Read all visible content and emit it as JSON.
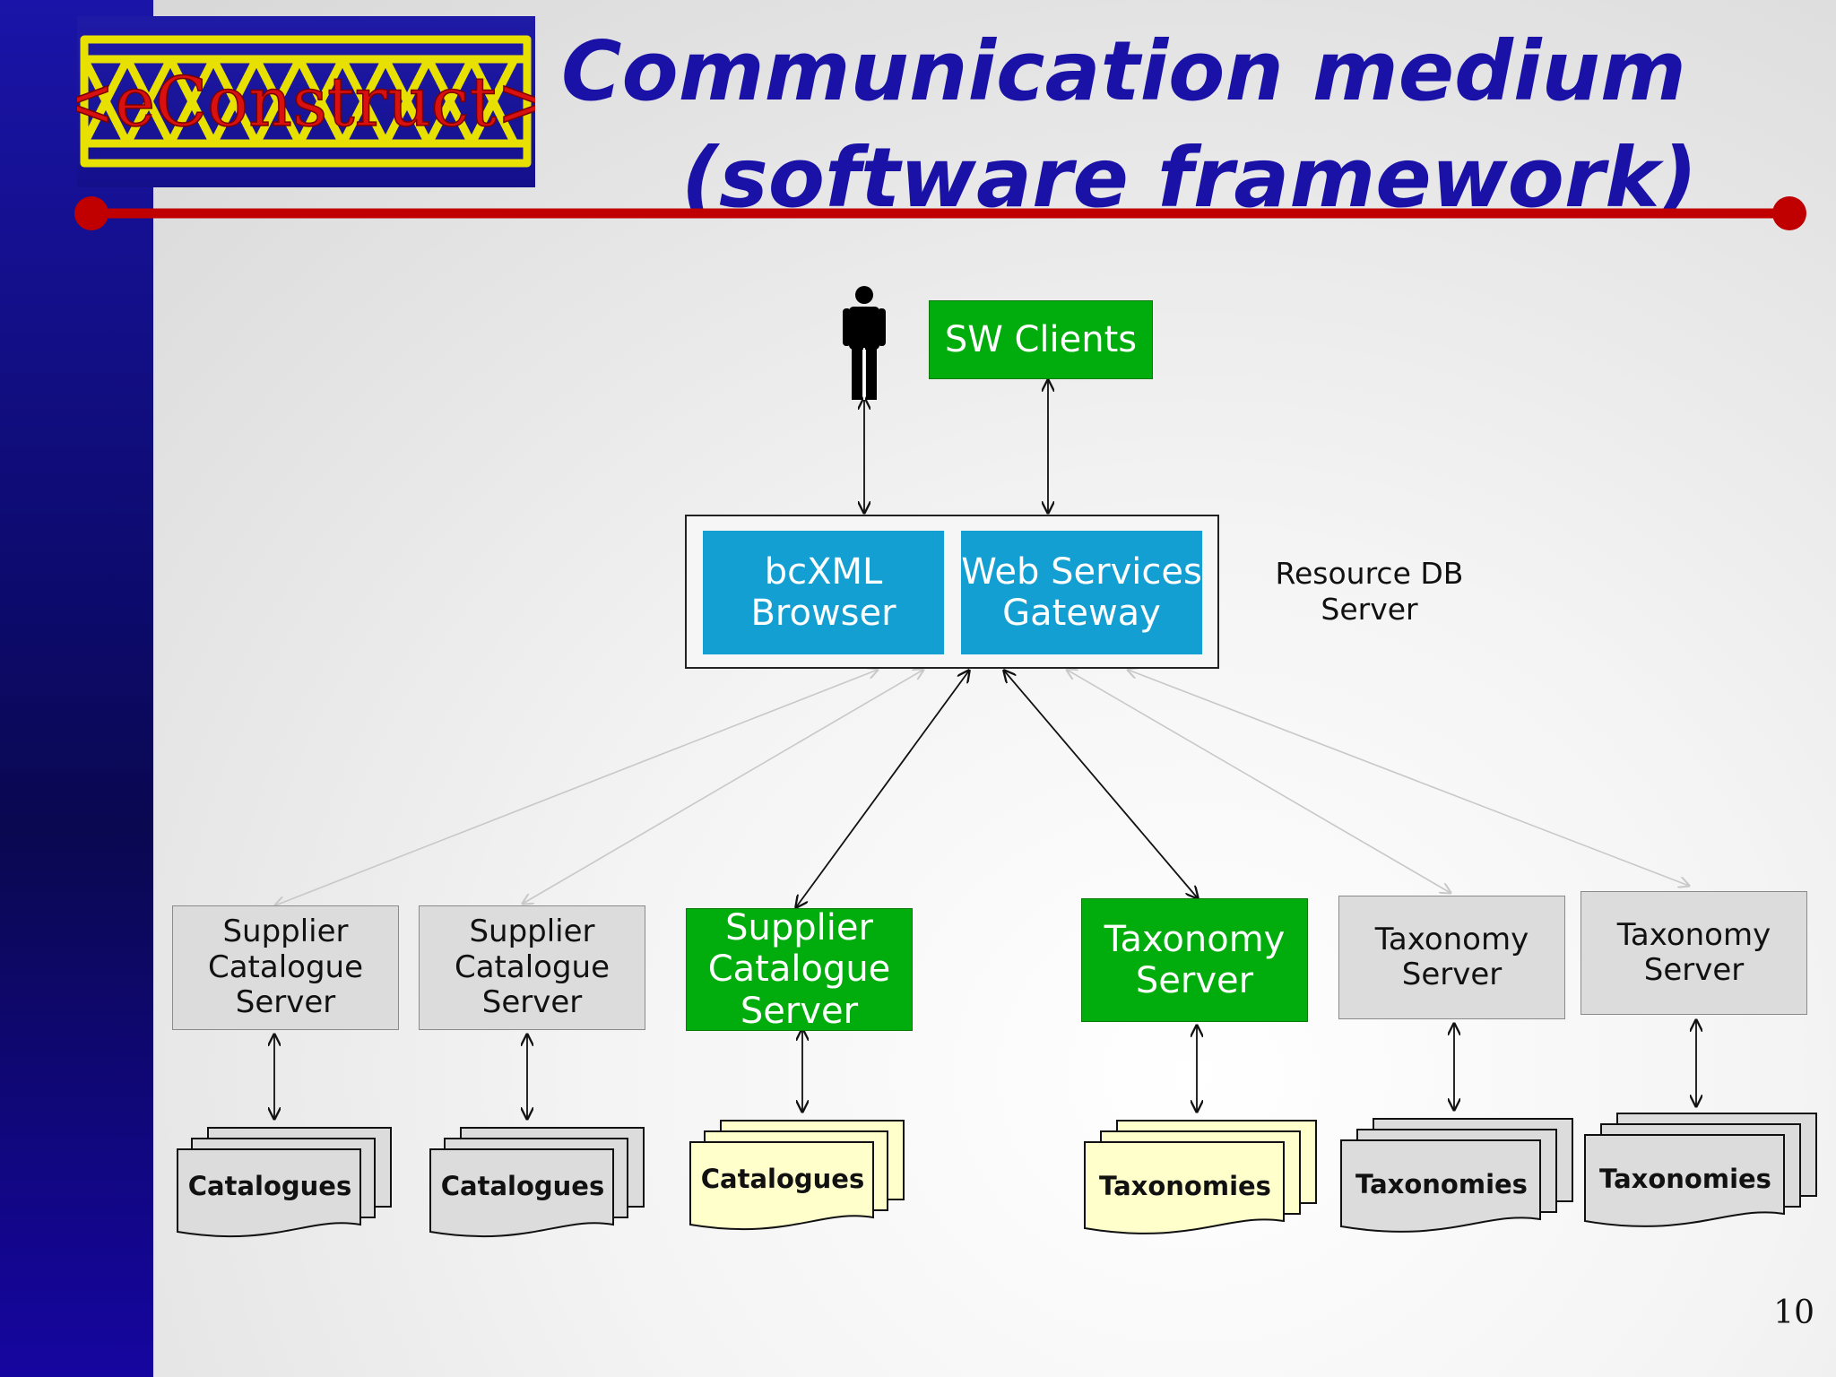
{
  "logo": {
    "text": "<eConstruct>"
  },
  "title": {
    "line1": "Communication medium",
    "line2": "(software framework)"
  },
  "colors": {
    "title": "#1a11a6",
    "rule": "#c00000",
    "active": "#00ad0c",
    "core": "#139fd1",
    "inactive": "#dcdcdc",
    "doc_active": "#ffffcc"
  },
  "top": {
    "user_icon": "person-icon",
    "sw_clients": "SW Clients"
  },
  "resource_db": {
    "label": "Resource DB\nServer",
    "browser": "bcXML\nBrowser",
    "gateway": "Web Services\nGateway"
  },
  "servers": {
    "supplier_1": "Supplier\nCatalogue\nServer",
    "supplier_2": "Supplier\nCatalogue\nServer",
    "supplier_active": "Supplier\nCatalogue\nServer",
    "taxonomy_active": "Taxonomy\nServer",
    "taxonomy_2": "Taxonomy\nServer",
    "taxonomy_3": "Taxonomy\nServer"
  },
  "documents": {
    "catalogues_1": "Catalogues",
    "catalogues_2": "Catalogues",
    "catalogues_active": "Catalogues",
    "taxonomies_active": "Taxonomies",
    "taxonomies_2": "Taxonomies",
    "taxonomies_3": "Taxonomies"
  },
  "page_number": "10"
}
